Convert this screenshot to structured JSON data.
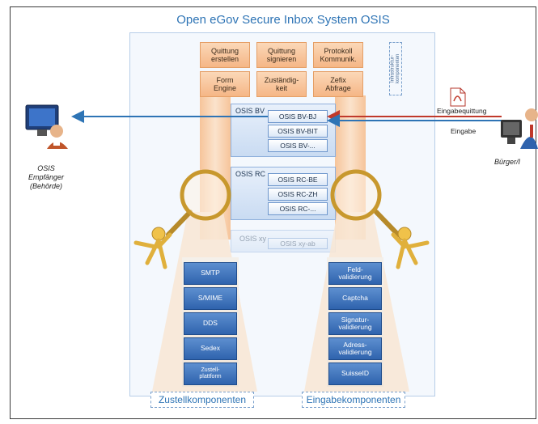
{
  "title": "Open eGov Secure Inbox System OSIS",
  "top_cells": [
    {
      "label": "Quittung\nerstellen"
    },
    {
      "label": "Quittung\nsignieren"
    },
    {
      "label": "Protokoll\nKommunik."
    },
    {
      "label": "Form\nEngine"
    },
    {
      "label": "Zuständig-\nkeit"
    },
    {
      "label": "Zefix\nAbfrage"
    }
  ],
  "infra_label": "Infrastruktur-\nkomponenten",
  "groups": {
    "bv": {
      "label": "OSIS BV",
      "items": [
        "OSIS BV-BJ",
        "OSIS BV-BIT",
        "OSIS BV-..."
      ]
    },
    "rc": {
      "label": "OSIS RC",
      "items": [
        "OSIS RC-BE",
        "OSIS RC-ZH",
        "OSIS RC-..."
      ]
    },
    "xy": {
      "label": "OSIS xy",
      "items": [
        "OSIS xy-ab"
      ]
    }
  },
  "zustell": {
    "label": "Zustellkomponenten",
    "items": [
      "SMTP",
      "S/MIME",
      "DDS",
      "Sedex",
      "Zustell-\nplattform"
    ]
  },
  "eingabe": {
    "label": "Eingabekomponenten",
    "items": [
      "Feld-\nvalidierung",
      "Captcha",
      "Signatur-\nvalidierung",
      "Adress-\nvalidierung",
      "SuisseID"
    ]
  },
  "left_actor": {
    "label": "OSIS\nEmpfänger\n(Behörde)"
  },
  "right_actor": {
    "label": "Bürger/I"
  },
  "arrows": {
    "receipt": "Eingabequittung",
    "input": "Eingabe"
  },
  "colors": {
    "title_blue": "#2e74b5",
    "orange": "#f5b686",
    "blue_box": "#2f63ad",
    "red_arrow": "#c0392b",
    "blue_arrow": "#2e74b5"
  }
}
